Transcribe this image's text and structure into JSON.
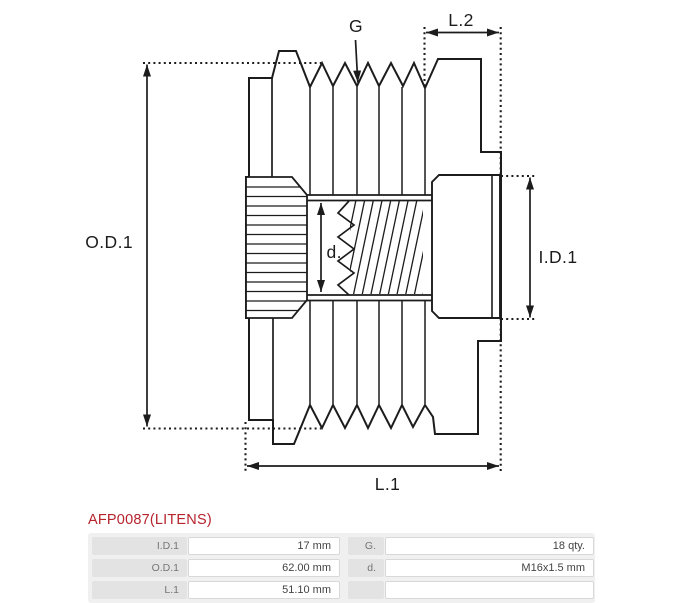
{
  "product": {
    "code_title": "AFP0087(LITENS)"
  },
  "drawing": {
    "type": "alternator-freewheel-pulley-cross-section",
    "labels": {
      "g": "G",
      "l2": "L.2",
      "od1": "O.D.1",
      "id1": "I.D.1",
      "d": "d.",
      "l1": "L.1"
    }
  },
  "spec_table": {
    "rows": [
      {
        "label": "I.D.1",
        "value": "17 mm",
        "label2": "G.",
        "value2": "18 qty."
      },
      {
        "label": "O.D.1",
        "value": "62.00 mm",
        "label2": "d.",
        "value2": "M16x1.5 mm"
      },
      {
        "label": "L.1",
        "value": "51.10 mm",
        "label2": "",
        "value2": ""
      }
    ]
  },
  "colors": {
    "accent_red": "#b5232d",
    "line": "#1c1c1c",
    "label_cell_bg": "#e3e3e3",
    "table_bg": "#f0f0f0"
  }
}
